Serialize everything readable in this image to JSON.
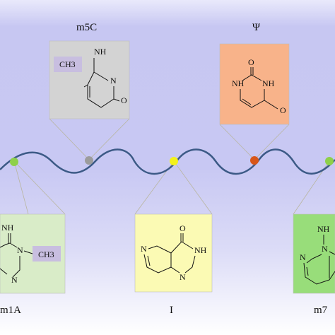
{
  "colors": {
    "wave": "#3c5a86",
    "box_m5c": "#d3d3d3",
    "box_psi": "#f8b38a",
    "box_m1a": "#d9ecc8",
    "box_i": "#fbfab4",
    "box_m7g": "#98dd7a",
    "dot_m1a": "#8ed04a",
    "dot_m5c": "#9c9c9c",
    "dot_i": "#f3f21a",
    "dot_psi": "#d8561a",
    "dot_m7g": "#8ed04a",
    "ch3_box": "#c8bee0"
  },
  "modifications": {
    "m5c": {
      "label": "m5C",
      "atoms": [
        "NH",
        "N",
        "O",
        "CH3"
      ]
    },
    "psi": {
      "label": "Ψ",
      "atoms": [
        "O",
        "NH",
        "NH",
        "O"
      ]
    },
    "m1a": {
      "label": "m1A",
      "atoms": [
        "NH",
        "N",
        "N",
        "CH3"
      ]
    },
    "i": {
      "label": "I",
      "atoms": [
        "O",
        "NH",
        "N",
        "N"
      ]
    },
    "m7g": {
      "label": "m7",
      "atoms": [
        "N",
        "NH",
        "N"
      ]
    }
  }
}
